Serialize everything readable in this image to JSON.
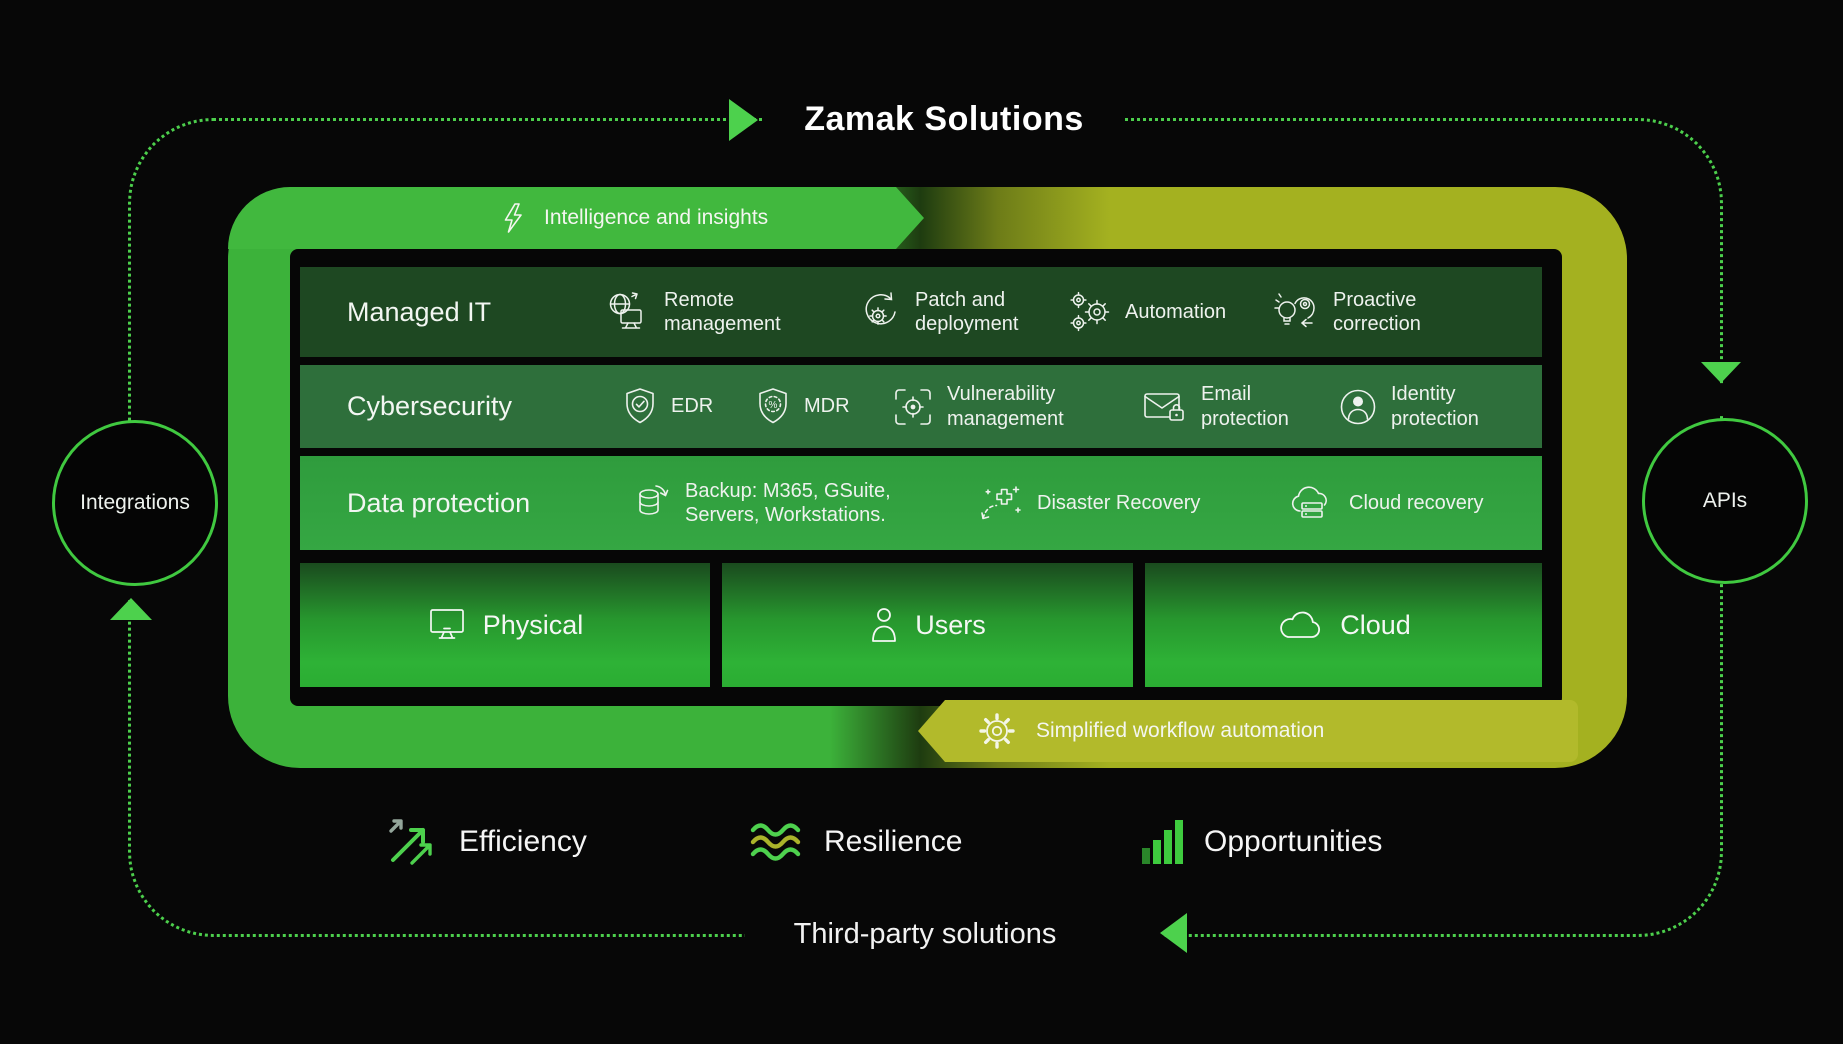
{
  "title": "Zamak Solutions",
  "colors": {
    "accent_green": "#3cb23a",
    "accent_olive": "#a4b120",
    "dotted_line": "#4ccf4c",
    "row_managed_it_bg": "#1e4822",
    "row_cybersecurity_bg": "#2e6f3b",
    "row_data_protection_bg": "#2f9c3d",
    "banner_top_bg": "#41b83e",
    "banner_bottom_bg": "#b2ba2b"
  },
  "banners": {
    "top": {
      "icon": "lightning-icon",
      "label": "Intelligence and insights"
    },
    "bottom": {
      "icon": "gear-icon",
      "label": "Simplified workflow automation"
    }
  },
  "nodes": {
    "left": {
      "label": "Integrations"
    },
    "right": {
      "label": "APIs"
    }
  },
  "rows": [
    {
      "label": "Managed IT",
      "items": [
        {
          "icon": "globe-monitor-icon",
          "label": "Remote management"
        },
        {
          "icon": "sync-gear-icon",
          "label": "Patch and deployment"
        },
        {
          "icon": "gears-icon",
          "label": "Automation"
        },
        {
          "icon": "bulb-head-icon",
          "label": "Proactive correction"
        }
      ]
    },
    {
      "label": "Cybersecurity",
      "items": [
        {
          "icon": "shield-check-icon",
          "label": "EDR"
        },
        {
          "icon": "shield-percent-icon",
          "label": "MDR"
        },
        {
          "icon": "target-scan-icon",
          "label": "Vulnerability management"
        },
        {
          "icon": "mail-lock-icon",
          "label": "Email protection"
        },
        {
          "icon": "id-person-icon",
          "label": "Identity protection"
        }
      ]
    },
    {
      "label": "Data protection",
      "items": [
        {
          "icon": "db-backup-icon",
          "label": "Backup: M365, GSuite, Servers, Workstations."
        },
        {
          "icon": "recovery-path-icon",
          "label": "Disaster Recovery"
        },
        {
          "icon": "cloud-servers-icon",
          "label": "Cloud recovery"
        }
      ]
    }
  ],
  "environments": [
    {
      "icon": "monitor-icon",
      "label": "Physical"
    },
    {
      "icon": "person-icon",
      "label": "Users"
    },
    {
      "icon": "cloud-icon",
      "label": "Cloud"
    }
  ],
  "benefits": [
    {
      "icon": "arrows-up-icon",
      "label": "Efficiency"
    },
    {
      "icon": "waves-icon",
      "label": "Resilience"
    },
    {
      "icon": "bar-chart-icon",
      "label": "Opportunities"
    }
  ],
  "footer": {
    "label": "Third-party solutions"
  }
}
